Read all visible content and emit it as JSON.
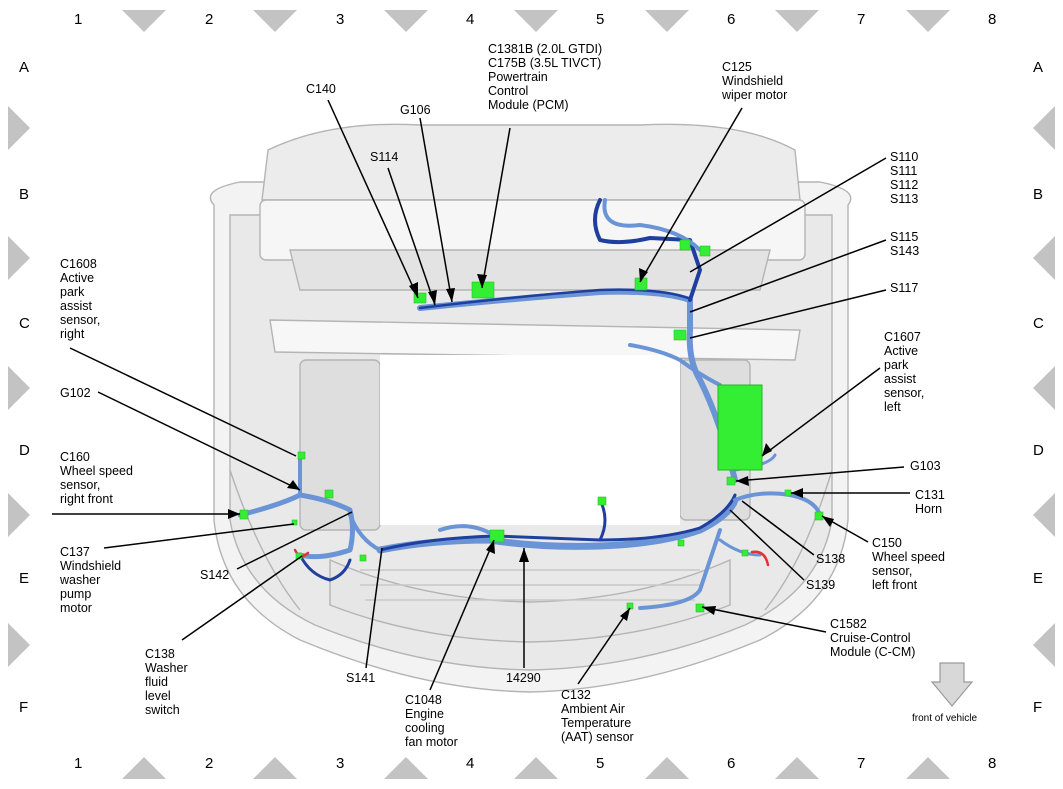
{
  "grid": {
    "columns": [
      "1",
      "2",
      "3",
      "4",
      "5",
      "6",
      "7",
      "8"
    ],
    "rows": [
      "A",
      "B",
      "C",
      "D",
      "E",
      "F"
    ]
  },
  "labels": {
    "pcm": "C1381B    (2.0L GTDI)\nC175B     (3.5L TIVCT)\nPowertrain\nControl\nModule (PCM)",
    "c125": "C125\nWindshield\nwiper motor",
    "c140": "C140",
    "g106": "G106",
    "s114": "S114",
    "s110": "S110\nS111\nS112\nS113",
    "s115": "S115\nS143",
    "s117": "S117",
    "c1608": "C1608\nActive\npark\nassist\nsensor,\nright",
    "c1607": "C1607\nActive\npark\nassist\nsensor,\nleft",
    "g102": "G102",
    "c160": "C160\nWheel speed\nsensor,\nright front",
    "g103": "G103",
    "c131": "C131\nHorn",
    "c137": "C137\nWindshield\nwasher\npump\nmotor",
    "c150": "C150\nWheel speed\nsensor,\nleft front",
    "s142": "S142",
    "s138": "S138",
    "s139": "S139",
    "c1582": "C1582\nCruise-Control\nModule (C-CM)",
    "c138": "C138\nWasher\nfluid\nlevel\nswitch",
    "s141": "S141",
    "c1048": "C1048\nEngine\ncooling\nfan motor",
    "harness": "14290",
    "c132": "C132\nAmbient Air\nTemperature\n(AAT) sensor",
    "front": "front of vehicle"
  },
  "colors": {
    "harness_dark": "#1f3f9e",
    "harness_light": "#6a94d6",
    "connector": "#33ee33",
    "red_wire": "#e23232",
    "frame_fill": "#f3f3f3",
    "frame_stroke": "#b4b4b4",
    "border_marker": "#c3c3c3"
  }
}
